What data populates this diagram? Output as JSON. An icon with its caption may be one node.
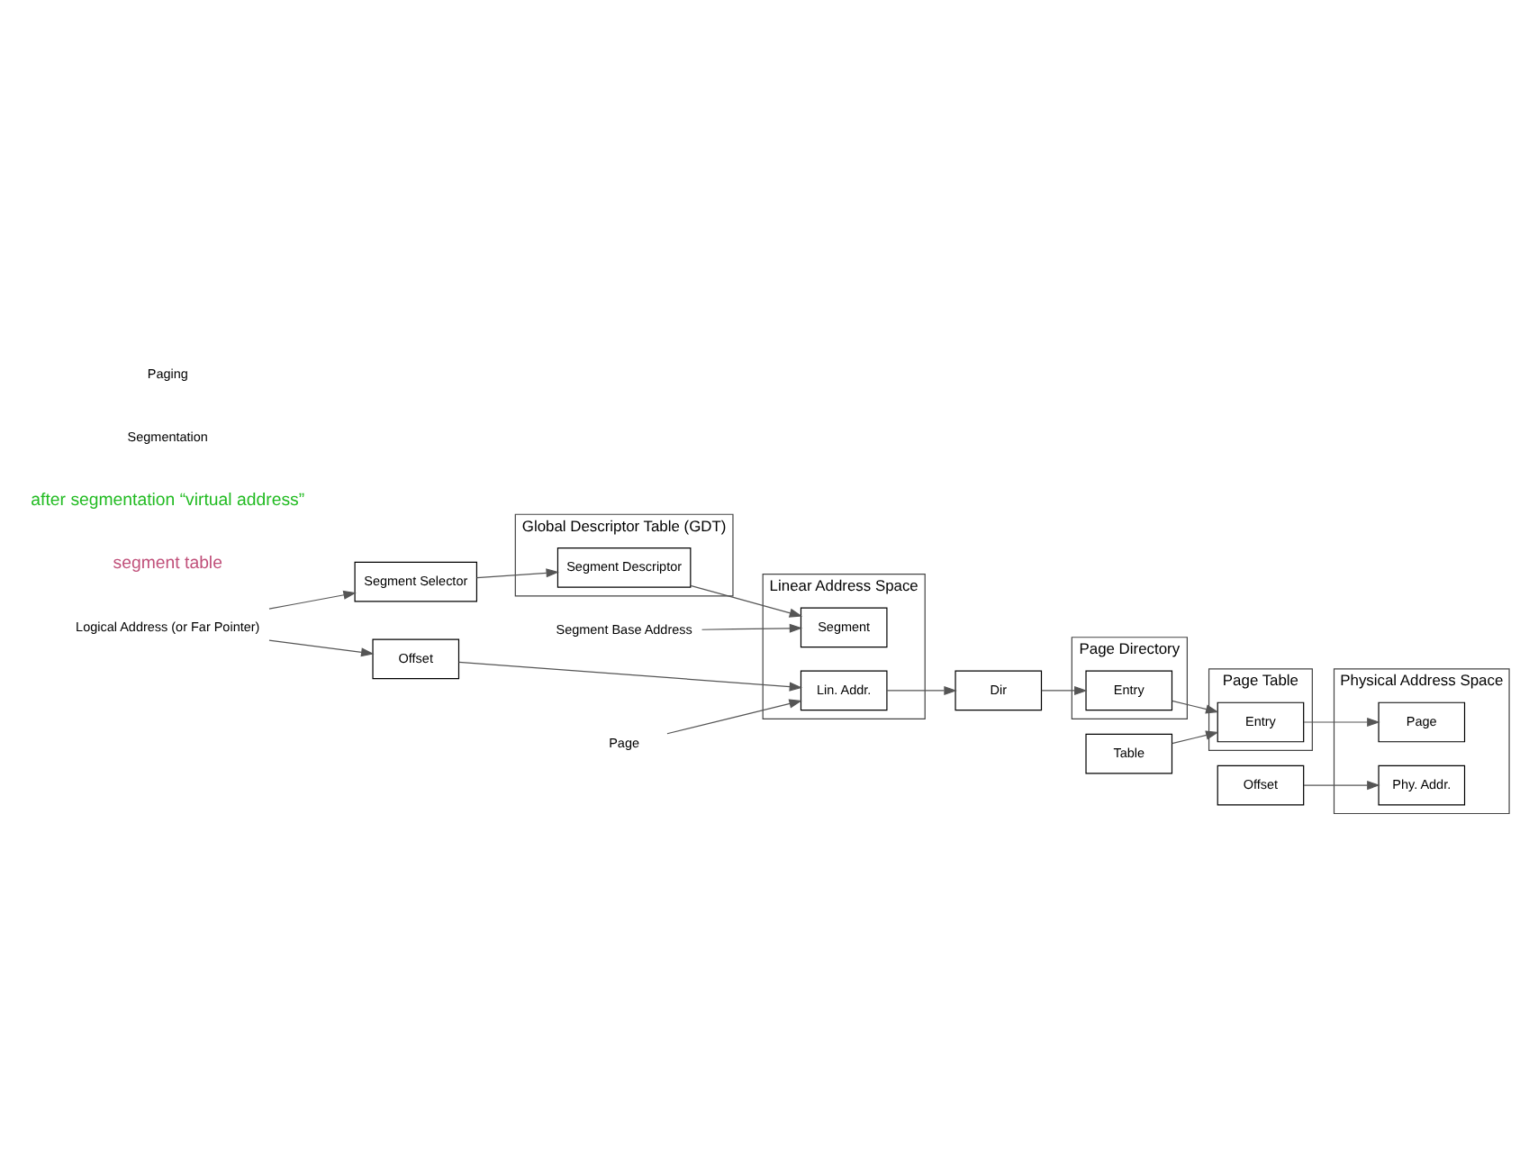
{
  "diagram": {
    "nodes": [
      {
        "text": [
          "Logical Address (or Far Pointer)"
        ]
      },
      {
        "text": [
          "Segment Selector"
        ]
      },
      {
        "text": [
          "Offset"
        ]
      },
      {
        "text": [
          "Global Descriptor Table (GDT)"
        ]
      },
      {
        "text": [
          "Segment Descriptor"
        ],
        "in": 3
      },
      {
        "text": [
          "Linear Address Space"
        ]
      },
      {
        "text": [
          "Segment"
        ],
        "in": 5
      },
      {
        "text": [
          "Lin. Addr."
        ],
        "in": 5
      },
      {
        "text": [
          "Dir"
        ]
      },
      {
        "text": [
          "Table"
        ]
      },
      {
        "text": [
          "Offset"
        ]
      },
      {
        "text": [
          "Page Directory"
        ]
      },
      {
        "text": [
          "Entry"
        ],
        "in": 11
      },
      {
        "text": [
          "Page Table"
        ]
      },
      {
        "text": [
          "Entry"
        ],
        "in": 13
      },
      {
        "text": [
          "Physical Address Space"
        ]
      },
      {
        "text": [
          "Page"
        ],
        "in": 15
      },
      {
        "text": [
          "Phy. Addr."
        ],
        "in": 15
      },
      {
        "text": [
          "Segment Base Address"
        ]
      },
      {
        "text": [
          "Page"
        ]
      }
    ],
    "edges": [
      {
        "from": 0,
        "to": 1,
        "arrow": "to"
      },
      {
        "from": 0,
        "to": 2,
        "arrow": "to"
      },
      {
        "from": 1,
        "to": 4,
        "arrow": "to"
      },
      {
        "from": 2,
        "to": 7,
        "arrow": "to"
      },
      {
        "from": 4,
        "to": 6,
        "arrow": "to"
      },
      {
        "from": 7,
        "to": 8,
        "arrow": "to"
      },
      {
        "from": 8,
        "to": 12,
        "arrow": "to"
      },
      {
        "from": 9,
        "to": 14,
        "arrow": "to"
      },
      {
        "from": 12,
        "to": 14,
        "arrow": "to"
      },
      {
        "from": 10,
        "to": 17,
        "arrow": "to"
      },
      {
        "from": 14,
        "to": 16,
        "arrow": "to"
      },
      {
        "from": 18,
        "to": 6,
        "arrow": "to"
      },
      {
        "from": 19,
        "to": 7,
        "arrow": "to"
      }
    ],
    "labels": [
      "segment table",
      "after segmentation “virtual address”",
      "Segmentation",
      "Paging"
    ]
  }
}
